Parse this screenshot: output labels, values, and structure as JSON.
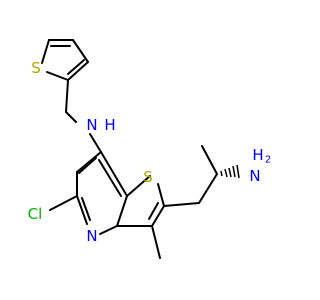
{
  "atoms": {
    "thiophene_s": "S",
    "amine_nh": "N",
    "amine_h": "H",
    "thieno_s": "S",
    "primary_n": "N",
    "primary_h2": "H",
    "primary_h2_sub": "2",
    "pyridine_n": "N",
    "chloro": "Cl"
  },
  "colors": {
    "sulfur": "#b2a400",
    "nitrogen": "#0000ff",
    "chlorine": "#00b600",
    "bond": "#000000"
  }
}
